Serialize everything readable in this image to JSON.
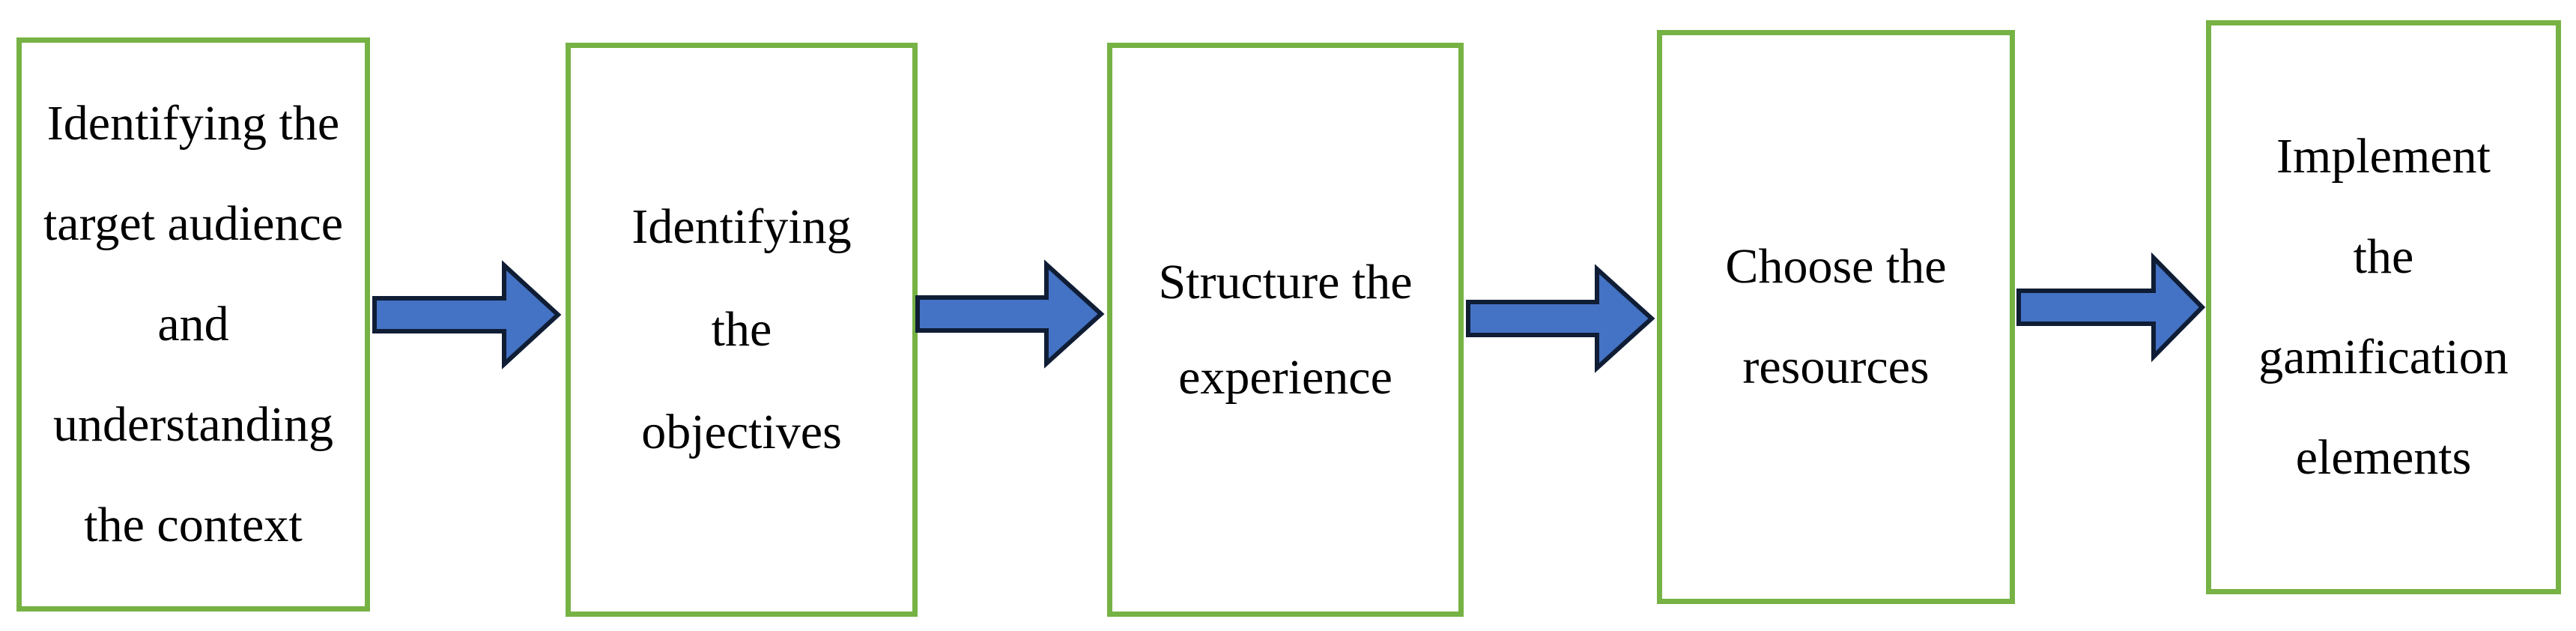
{
  "diagram": {
    "steps": [
      {
        "lines": [
          "Identifying the",
          "target audience",
          "and",
          "understanding",
          "the context"
        ]
      },
      {
        "lines": [
          "Identifying",
          "the",
          "objectives"
        ]
      },
      {
        "lines": [
          "Structure the",
          "experience"
        ]
      },
      {
        "lines": [
          "Choose the",
          "resources"
        ]
      },
      {
        "lines": [
          "Implement",
          "the",
          "gamification",
          "elements"
        ]
      }
    ],
    "colors": {
      "box_border": "#76b244",
      "arrow_fill": "#4472c4",
      "arrow_outline": "#0f1d35",
      "text": "#000000"
    }
  }
}
